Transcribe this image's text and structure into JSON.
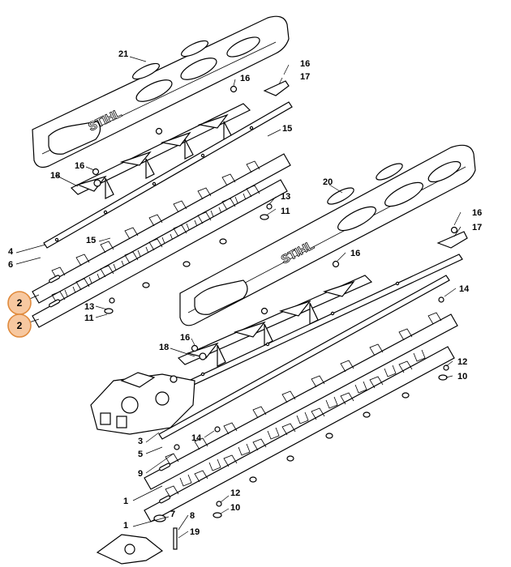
{
  "brand": "STIHL",
  "highlight_color": "#e08a3c",
  "highlight_fill": "#f7c8a0",
  "callouts": {
    "c21": "21",
    "c16a": "16",
    "c17a": "17",
    "c16b": "16",
    "c15a": "15",
    "c18a": "18",
    "c16c": "16",
    "c13a": "13",
    "c11a": "11",
    "c4a": "4",
    "c6a": "6",
    "c15b": "15",
    "c13b": "13",
    "c11b": "11",
    "c20": "20",
    "c16d": "16",
    "c17b": "17",
    "c16e": "16",
    "c14a": "14",
    "c16f": "16",
    "c18b": "18",
    "c12a": "12",
    "c10a": "10",
    "c3": "3",
    "c5": "5",
    "c9": "9",
    "c14b": "14",
    "c1a": "1",
    "c12b": "12",
    "c10b": "10",
    "c1b": "1",
    "c7": "7",
    "c8": "8",
    "c19": "19"
  },
  "highlights": {
    "h1": "2",
    "h2": "2"
  }
}
